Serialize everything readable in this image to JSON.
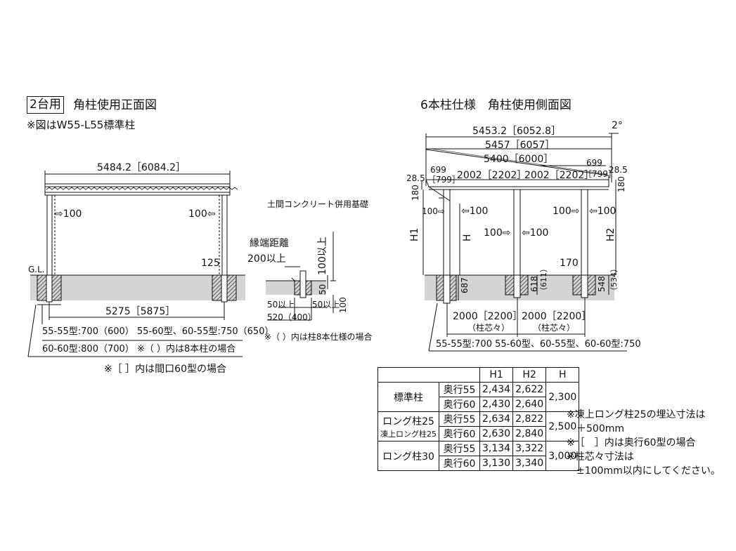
{
  "front": {
    "tag": "2台用",
    "title": "角柱使用正面図",
    "note": "※図はW55-L55標準柱",
    "top_width": "5484.2［6084.2］",
    "left_arrow": "⇨100",
    "right_arrow": "100⇦",
    "gl": "G.L.",
    "post_height": "125",
    "bottom_span": "5275［5875］",
    "depth_line1": "55-55型:700（600）  55-60型、60-55型:750（650）",
    "depth_line2": "60-60型:800（700）   ※（   ）内は8本柱の場合",
    "bracket_note": "※［    ］内は間口60型の場合"
  },
  "foundation": {
    "title": "土間コンクリート併用基礎",
    "edge_label": "縁端距離",
    "edge_value": "200以上",
    "dim_100_top": "100以上",
    "dim_50": "50",
    "dim_100_bottom": "100",
    "left_50": "50以上",
    "right_50": "50以上",
    "width": "520（400）",
    "note": "※（ ）内は柱8本仕様の場合"
  },
  "side": {
    "title": "6本柱仕様　角柱使用側面図",
    "angle": "2°",
    "w1": "5453.2［6052.8］",
    "w2": "5457［6057］",
    "w3": "5400［6000］",
    "left_699": "699",
    "left_799": "［799］",
    "right_699": "699",
    "right_799": "［799］",
    "span_left": "2002［2202］",
    "span_right": "2002［2202］",
    "left_285": "28.5",
    "right_285": "28.5",
    "left_180": "180",
    "right_180": "180",
    "arrow_l1": "100⇨",
    "arrow_l2": "⇦100",
    "arrow_m1": "100⇨",
    "arrow_m2": "⇦100",
    "arrow_r1": "100⇨",
    "arrow_r2": "⇦100",
    "h1": "H1",
    "h": "H",
    "h2": "H2",
    "val_170": "170",
    "val_687": "687",
    "val_618": "618",
    "val_611": "（611）",
    "val_548": "548",
    "val_534": "（534）",
    "pitch_left": "2000［2200］",
    "pitch_left_sub": "（柱芯々）",
    "pitch_right": "2000［2200］",
    "pitch_right_sub": "（柱芯々）",
    "depth_note": "55-55型:700  55-60型、60-55型、60-60型:750"
  },
  "table": {
    "headers": [
      "H1",
      "H2",
      "H"
    ],
    "groups": [
      {
        "name": "標準柱",
        "sub": "",
        "rows": [
          [
            "奥行55",
            "2,434",
            "2,622"
          ],
          [
            "奥行60",
            "2,430",
            "2,640"
          ]
        ],
        "h": "2,300"
      },
      {
        "name": "ロング柱25",
        "sub": "凍上ロング柱25",
        "rows": [
          [
            "奥行55",
            "2,634",
            "2,822"
          ],
          [
            "奥行60",
            "2,630",
            "2,840"
          ]
        ],
        "h": "2,500"
      },
      {
        "name": "ロング柱30",
        "sub": "",
        "rows": [
          [
            "奥行55",
            "3,134",
            "3,322"
          ],
          [
            "奥行60",
            "3,130",
            "3,340"
          ]
        ],
        "h": "3,000"
      }
    ]
  },
  "notes": [
    "※凍上ロング柱25の埋込寸法は",
    "　＋500mm",
    "※［　］内は奥行60型の場合",
    "※柱芯々寸法は",
    "　±100mm以内にしてください。"
  ]
}
